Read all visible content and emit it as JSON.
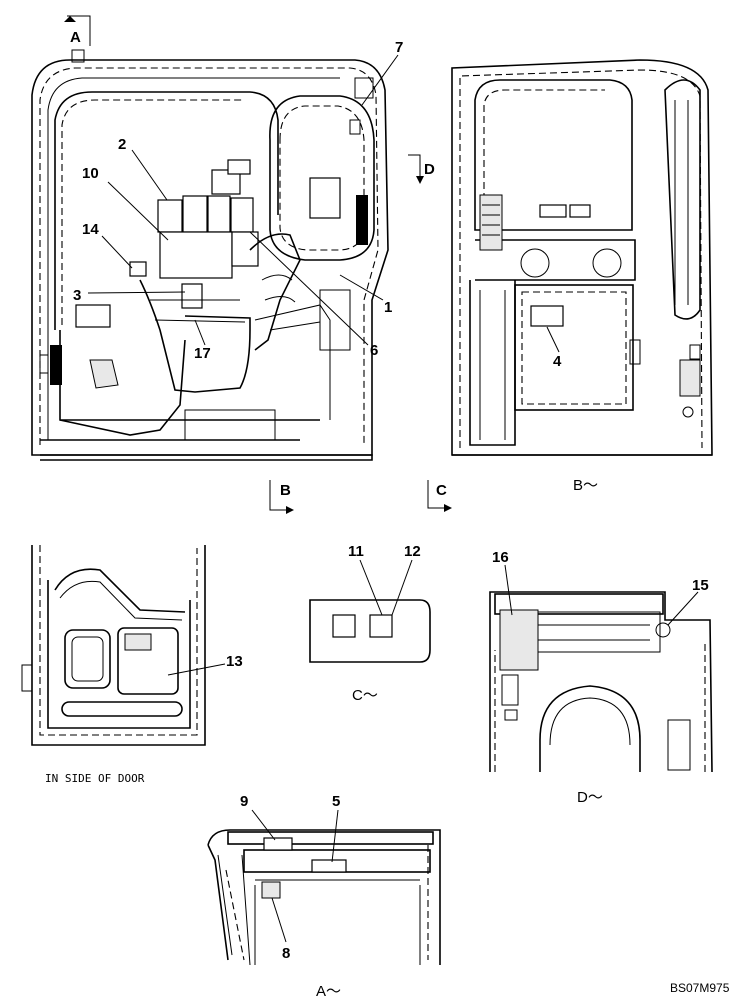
{
  "drawing_code": "BS07M975",
  "view_markers": {
    "A": "A",
    "B": "B",
    "C": "C",
    "D": "D"
  },
  "view_captions": {
    "b": "B～",
    "c": "C～",
    "d": "D～",
    "a": "A～",
    "door": "IN SIDE OF DOOR"
  },
  "callouts": {
    "c1": "1",
    "c2": "2",
    "c3": "3",
    "c4": "4",
    "c5": "5",
    "c6": "6",
    "c7": "7",
    "c8": "8",
    "c9": "9",
    "c10": "10",
    "c11": "11",
    "c12": "12",
    "c13": "13",
    "c14": "14",
    "c15": "15",
    "c16": "16",
    "c17": "17"
  }
}
